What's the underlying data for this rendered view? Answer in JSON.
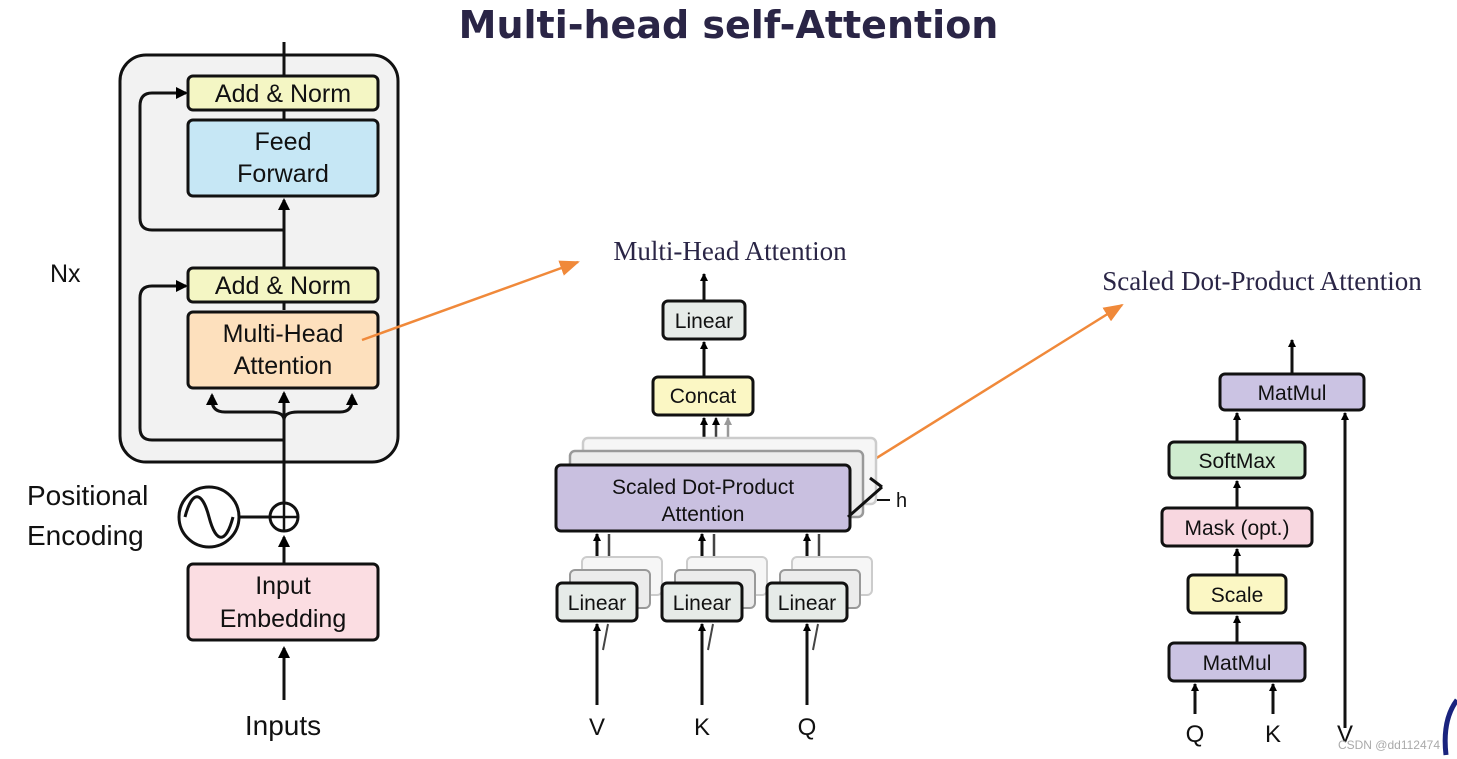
{
  "page_title": "Multi-head self-Attention",
  "encoder": {
    "repeat_label": "Nx",
    "add_norm_top": "Add & Norm",
    "feed_forward": [
      "Feed",
      "Forward"
    ],
    "add_norm_bottom": "Add & Norm",
    "multi_head_attention": [
      "Multi-Head",
      "Attention"
    ],
    "positional_encoding": [
      "Positional",
      "Encoding"
    ],
    "input_embedding": [
      "Input",
      "Embedding"
    ],
    "inputs": "Inputs"
  },
  "multi_head": {
    "title": "Multi-Head Attention",
    "linear_top": "Linear",
    "concat": "Concat",
    "sdpa": [
      "Scaled Dot-Product",
      "Attention"
    ],
    "h_label": "h",
    "linear_v": "Linear",
    "linear_k": "Linear",
    "linear_q": "Linear",
    "input_v": "V",
    "input_k": "K",
    "input_q": "Q"
  },
  "scaled_dot_product": {
    "title": "Scaled Dot-Product Attention",
    "matmul_top": "MatMul",
    "softmax": "SoftMax",
    "mask": "Mask (opt.)",
    "scale": "Scale",
    "matmul_bottom": "MatMul",
    "input_q": "Q",
    "input_k": "K",
    "input_v": "V"
  },
  "watermark": "CSDN @dd112474",
  "colors": {
    "title": "#2a2546",
    "add_norm": "#f4f6c4",
    "feed_forward": "#c6e7f5",
    "attention": "#fde0bd",
    "embedding": "#fbdde2",
    "encoder_bg": "#f2f2f2",
    "linear": "#e6ebe8",
    "concat": "#fbf7c4",
    "sdpa": "#c9c0e0",
    "softmax": "#cfeccf",
    "mask": "#f8d7e0",
    "scale": "#fbf7c4",
    "matmul": "#cbc3e3",
    "highlight_arrow": "#f0893a"
  }
}
